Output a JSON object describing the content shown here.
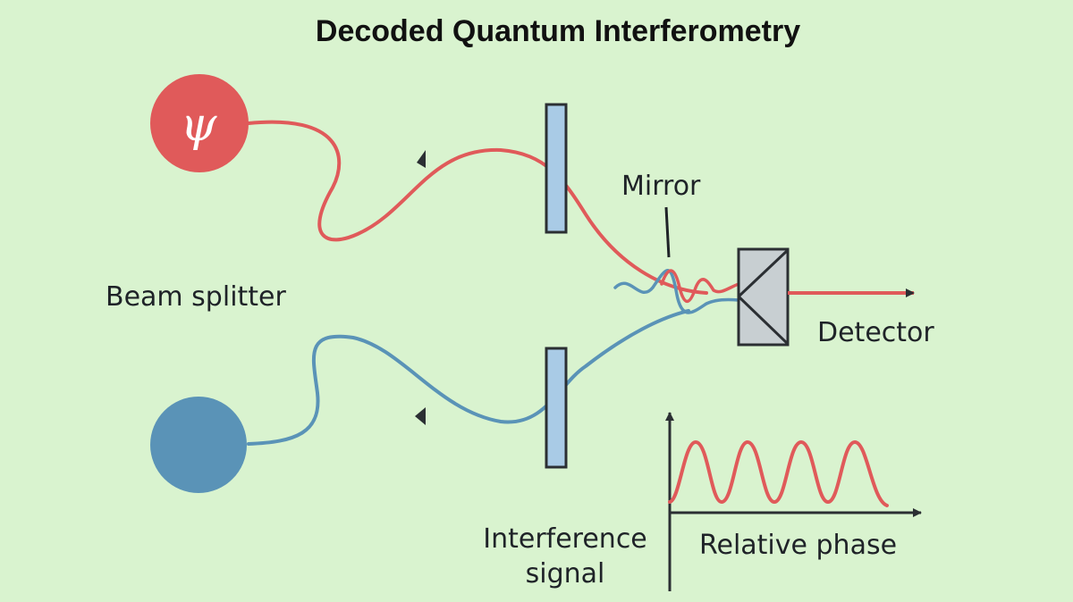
{
  "title": "Decoded Quantum Interferometry",
  "labels": {
    "psi_symbol": "ψ",
    "mirror": "Mirror",
    "beam_splitter": "Beam splitter",
    "detector": "Detector",
    "interference_signal_line1": "Interference",
    "interference_signal_line2": "signal",
    "relative_phase": "Relative phase"
  },
  "colors": {
    "background": "#d9f3cf",
    "red_wave": "#e05a5a",
    "blue_wave": "#4f8fb8",
    "splitter_fill": "#a9cbe6",
    "detector_fill": "#c8cfd2",
    "outline": "#2b2f33"
  },
  "icons": {
    "top_source": "psi-state-circle",
    "bottom_source": "blue-state-circle",
    "detector": "detector-box-icon"
  }
}
